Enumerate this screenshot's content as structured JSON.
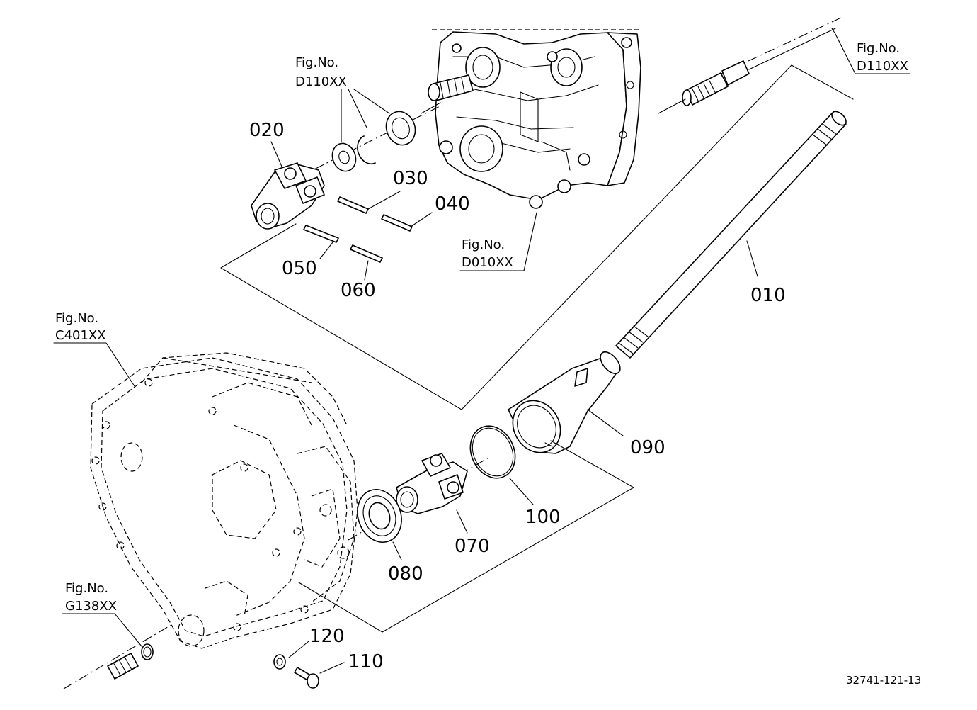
{
  "diagram": {
    "ref_figures": {
      "top_left": {
        "line1": "Fig.No.",
        "line2": "D110XX"
      },
      "top_right": {
        "line1": "Fig.No.",
        "line2": "D110XX"
      },
      "center": {
        "line1": "Fig.No.",
        "line2": "D010XX"
      },
      "left_housing": {
        "line1": "Fig.No.",
        "line2": "C401XX"
      },
      "bottom_left": {
        "line1": "Fig.No.",
        "line2": "G138XX"
      }
    },
    "parts": [
      "010",
      "020",
      "030",
      "040",
      "050",
      "060",
      "070",
      "080",
      "090",
      "100",
      "110",
      "120"
    ],
    "caption": "32741-121-13"
  }
}
